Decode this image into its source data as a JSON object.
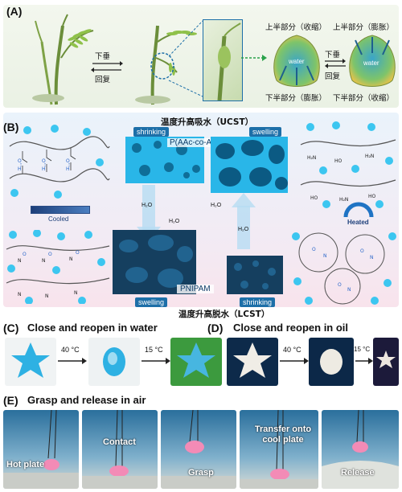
{
  "panelA": {
    "label": "(A)",
    "droop": "下垂",
    "recover": "回复",
    "top_shrink": "上半部分（收缩）",
    "top_swell": "上半部分（膨胀）",
    "bottom_swell": "下半部分（膨胀）",
    "bottom_shrink": "下半部分（收缩）",
    "water": "water",
    "water2": "water"
  },
  "panelB": {
    "label": "(B)",
    "ucst_title": "温度升高吸水（UCST）",
    "lcst_title": "温度升高脱水（LCST）",
    "shrinking_top": "shrinking",
    "swelling_top": "swelling",
    "polymer_top": "P(AAc-co-AAm)",
    "polymer_bottom": "PNIPAM",
    "swelling_bottom": "swelling",
    "shrinking_bottom": "shrinking",
    "cooled": "Cooled",
    "heated": "Heated",
    "h2o": "H₂O"
  },
  "panelC": {
    "label": "(C)",
    "title": "Close and reopen in water",
    "temp1": "40 °C",
    "temp2": "15 °C"
  },
  "panelD": {
    "label": "(D)",
    "title": "Close and reopen in oil",
    "temp1": "40 °C",
    "temp2": "15 °C"
  },
  "panelE": {
    "label": "(E)",
    "title": "Grasp and release in air",
    "hot_plate": "Hot plate",
    "contact": "Contact",
    "grasp": "Grasp",
    "transfer": "Transfer onto cool plate",
    "release": "Release"
  },
  "colors": {
    "cyan": "#29b6e8",
    "deep_blue": "#1d5f8f",
    "pink": "#fbe3ec",
    "bg_b": "#eef4fb"
  }
}
